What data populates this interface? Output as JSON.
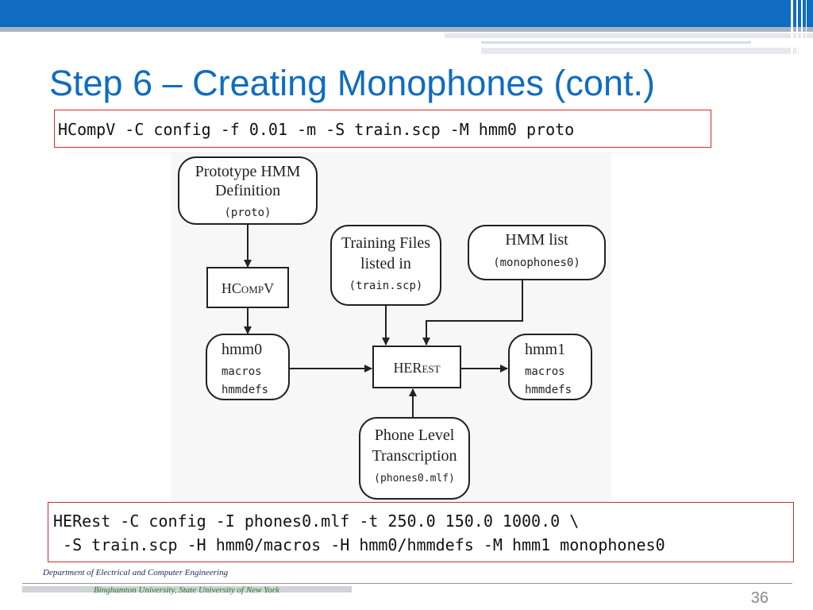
{
  "slide": {
    "title": "Step 6 – Creating Monophones (cont.)",
    "page_number": "36"
  },
  "commands": {
    "hcompv": "HCompV -C config -f 0.01 -m -S train.scp -M hmm0 proto",
    "herest_line1": "HERest -C config -I phones0.mlf -t 250.0 150.0 1000.0 \\",
    "herest_line2": " -S train.scp -H hmm0/macros -H hmm0/hmmdefs -M hmm1 monophones0"
  },
  "diagram": {
    "proto": {
      "line1": "Prototype HMM",
      "line2": "Definition",
      "line3": "(proto)"
    },
    "hcompv": {
      "label_main": "HC",
      "label_small": "OMP",
      "label_end": "V"
    },
    "hmm0": {
      "title": "hmm0",
      "file1": "macros",
      "file2": "hmmdefs"
    },
    "training": {
      "line1": "Training Files",
      "line2": "listed in",
      "line3": "(train.scp)"
    },
    "hmmlist": {
      "line1": "HMM list",
      "line2": "(monophones0)"
    },
    "herest": {
      "label_main": "HER",
      "label_small": "EST"
    },
    "hmm1": {
      "title": "hmm1",
      "file1": "macros",
      "file2": "hmmdefs"
    },
    "phone": {
      "line1": "Phone Level",
      "line2": "Transcription",
      "line3": "(phones0.mlf)"
    }
  },
  "footer": {
    "department": "Department of Electrical and Computer Engineering",
    "university": "Binghamton University, State University of New York"
  }
}
